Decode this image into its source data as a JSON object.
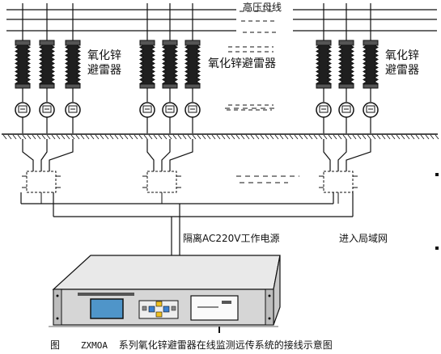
{
  "labels": {
    "bus": "高压母线",
    "arrester_1": [
      "氧化锌",
      "避雷器"
    ],
    "arrester_2": "氧化锌避雷器",
    "arrester_3": [
      "氧化锌",
      "避雷器"
    ],
    "power": "隔离AC220V工作电源",
    "network": "进入局域网"
  },
  "caption": {
    "prefix": "图",
    "model": "ZXMOA",
    "text": "系列氧化锌避雷器在线监测远传系统的接线示意图"
  }
}
